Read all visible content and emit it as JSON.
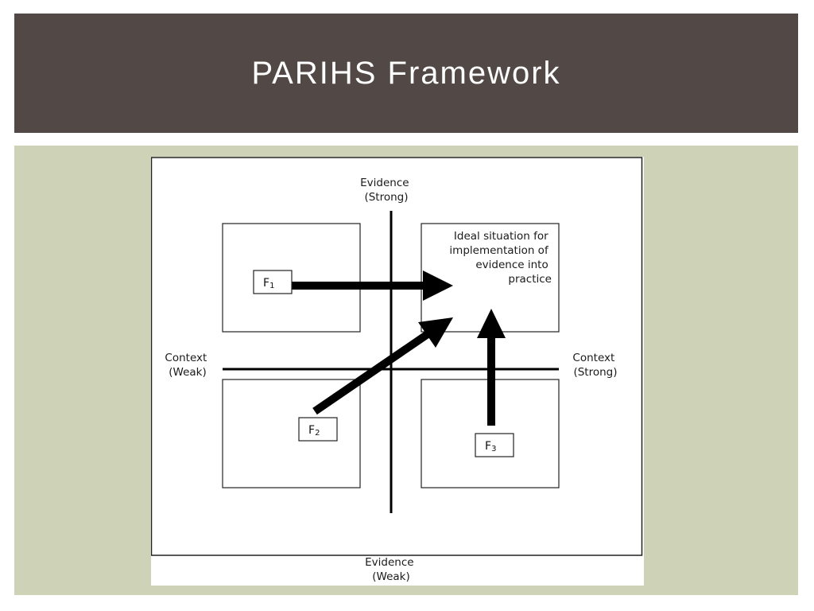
{
  "slide": {
    "title": "PARIHS Framework"
  },
  "diagram": {
    "axis_labels": {
      "evidence_strong": [
        "Evidence",
        "(Strong)"
      ],
      "evidence_weak": [
        "Evidence",
        "(Weak)"
      ],
      "context_weak": [
        "Context",
        "(Weak)"
      ],
      "context_strong": [
        "Context",
        "(Strong)"
      ]
    },
    "ideal_box_text": [
      "Ideal situation for",
      "implementation of",
      "evidence into",
      "practice"
    ],
    "facilitators": [
      {
        "name": "F",
        "subscript": "1"
      },
      {
        "name": "F",
        "subscript": "2"
      },
      {
        "name": "F",
        "subscript": "3"
      }
    ]
  }
}
